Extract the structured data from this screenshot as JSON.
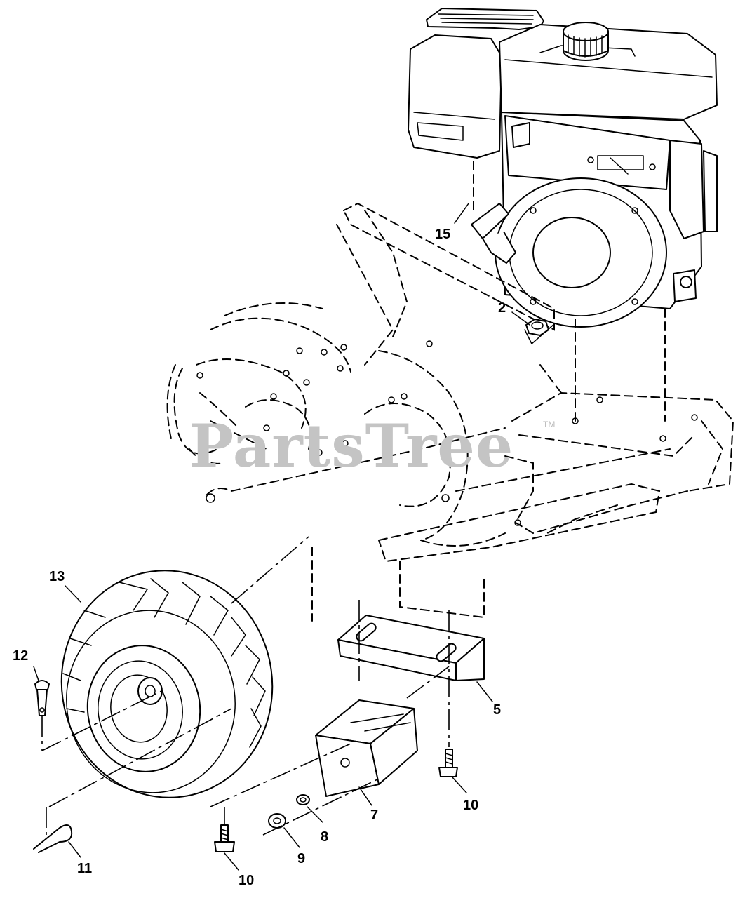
{
  "watermark": {
    "text": "PartsTree",
    "trademark": "TM"
  },
  "callouts": {
    "c15": "15",
    "c2": "2",
    "c13": "13",
    "c12": "12",
    "c5": "5",
    "c7": "7",
    "c8": "8",
    "c9": "9",
    "c10a": "10",
    "c10b": "10",
    "c11": "11"
  }
}
